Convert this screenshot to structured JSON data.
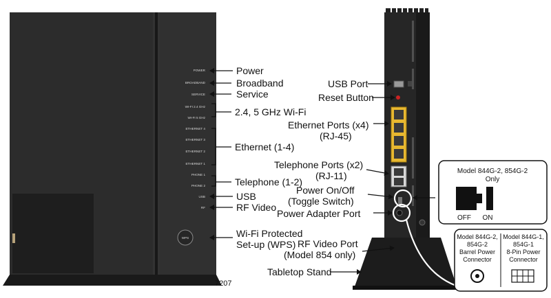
{
  "front_indicators": [
    "POWER",
    "BROADBAND",
    "SERVICE",
    "WI-FI 2.4 GHz",
    "WI-FI 5 GHz",
    "ETHERNET 4",
    "ETHERNET 3",
    "ETHERNET 2",
    "ETHERNET 1",
    "PHONE 1",
    "PHONE 2",
    "USB",
    "RF"
  ],
  "wps_button": "WPS",
  "figure_number": "7207",
  "front_callouts": {
    "power": "Power",
    "broadband": "Broadband",
    "service": "Service",
    "wifi": "2.4, 5 GHz Wi-Fi",
    "ethernet": "Ethernet (1-4)",
    "telephone": "Telephone (1-2)",
    "usb": "USB",
    "rf_video": "RF Video",
    "wps_line1": "Wi-Fi Protected",
    "wps_line2": "Set-up (WPS)"
  },
  "back_callouts": {
    "usb_port": "USB Port",
    "reset_button": "Reset Button",
    "ethernet_ports_line1": "Ethernet Ports (x4)",
    "ethernet_ports_line2": "(RJ-45)",
    "telephone_ports_line1": "Telephone Ports (x2)",
    "telephone_ports_line2": "(RJ-11)",
    "power_switch_line1": "Power On/Off",
    "power_switch_line2": "(Toggle Switch)",
    "power_adapter_port": "Power Adapter Port",
    "rf_video_port_line1": "RF Video Port",
    "rf_video_port_line2": "(Model 854 only)",
    "tabletop_stand": "Tabletop Stand"
  },
  "switch_panel": {
    "title_line1": "Model 844G-2, 854G-2",
    "title_line2": "Only",
    "off_label": "OFF",
    "on_label": "ON"
  },
  "connector_panel": {
    "left_line1": "Model 844G-2,",
    "left_line2": "854G-2",
    "left_line3": "Barrel Power",
    "left_line4": "Connector",
    "right_line1": "Model 844G-1,",
    "right_line2": "854G-1",
    "right_line3": "8-Pin Power",
    "right_line4": "Connector"
  },
  "colors": {
    "device_body": "#303030",
    "device_dark": "#1e1e1e",
    "ethernet_port": "#e8b830",
    "reset_dot": "#cc2222",
    "background": "#ffffff"
  }
}
